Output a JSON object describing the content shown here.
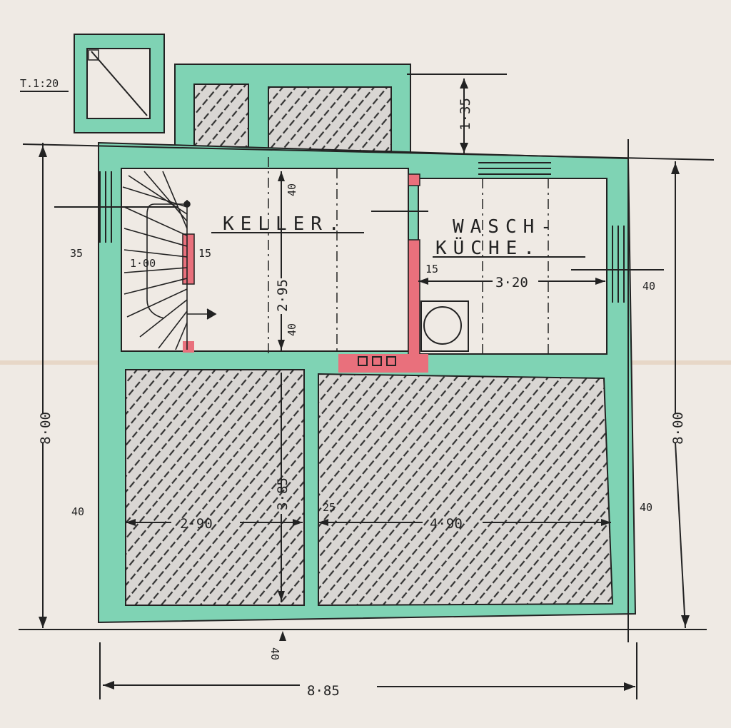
{
  "plan": {
    "scale": "T.1:20",
    "rooms": {
      "keller": "KELLER.",
      "wasch_line1": "WASCH-",
      "wasch_line2": "KÜCHE."
    },
    "dimensions": {
      "total_width": "8·85",
      "total_depth_left": "8·00",
      "total_depth_right": "8·00",
      "keller_depth": "2·95",
      "lower_depth": "3·85",
      "lower_left_width": "2·90",
      "lower_right_width": "4·90",
      "waschkueche_width": "3·20",
      "window_depth": "1·35",
      "stair_width": "1·00",
      "wall_left_35": "35",
      "wall_40_top": "40",
      "wall_40_bottom": "40",
      "wall_15_stair": "15",
      "wall_15_partition": "15",
      "wall_40_right_upper": "40",
      "wall_40_left_lower": "40",
      "wall_25_mid": "25",
      "wall_40_right_lower": "40",
      "wall_40_bottom_outer": "40"
    },
    "colors": {
      "paper": "#efeae4",
      "wall_green": "#7fd3b4",
      "wall_red": "#e9707c",
      "ink": "#222222",
      "hatch_bg": "#d9d6d3"
    }
  }
}
